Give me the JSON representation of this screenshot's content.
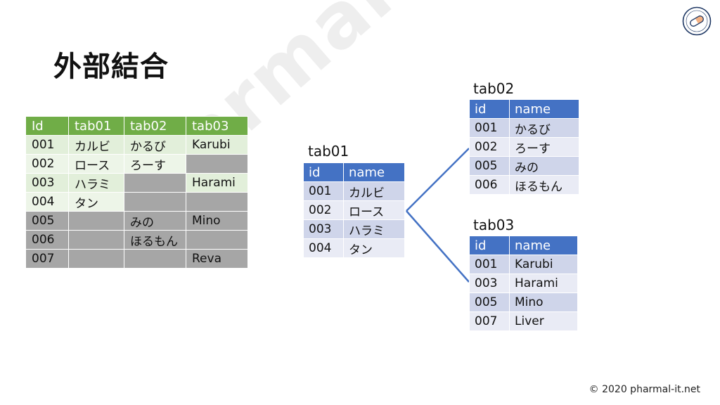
{
  "watermark": "pharmal-it.net",
  "title": "外部結合",
  "result": {
    "headers": [
      "Id",
      "tab01",
      "tab02",
      "tab03"
    ],
    "rows": [
      [
        "001",
        "カルビ",
        "かるび",
        "Karubi"
      ],
      [
        "002",
        "ロース",
        "ろーす",
        ""
      ],
      [
        "003",
        "ハラミ",
        "",
        "Harami"
      ],
      [
        "004",
        "タン",
        "",
        ""
      ],
      [
        "005",
        "",
        "みの",
        "Mino"
      ],
      [
        "006",
        "",
        "ほるもん",
        ""
      ],
      [
        "007",
        "",
        "",
        "Reva"
      ]
    ]
  },
  "tab01": {
    "label": "tab01",
    "headers": [
      "id",
      "name"
    ],
    "rows": [
      [
        "001",
        "カルビ"
      ],
      [
        "002",
        "ロース"
      ],
      [
        "003",
        "ハラミ"
      ],
      [
        "004",
        "タン"
      ]
    ]
  },
  "tab02": {
    "label": "tab02",
    "headers": [
      "id",
      "name"
    ],
    "rows": [
      [
        "001",
        "かるび"
      ],
      [
        "002",
        "ろーす"
      ],
      [
        "005",
        "みの"
      ],
      [
        "006",
        "ほるもん"
      ]
    ]
  },
  "tab03": {
    "label": "tab03",
    "headers": [
      "id",
      "name"
    ],
    "rows": [
      [
        "001",
        "Karubi"
      ],
      [
        "003",
        "Harami"
      ],
      [
        "005",
        "Mino"
      ],
      [
        "007",
        "Liver"
      ]
    ]
  },
  "colors": {
    "result_header": "#70ad47",
    "result_cell": "#e2efda",
    "null_cell": "#a6a6a6",
    "source_header": "#4472c4",
    "connector": "#4472c4"
  },
  "logo_icon": "pill-logo-icon",
  "copyright": "© 2020   pharmal-it.net"
}
